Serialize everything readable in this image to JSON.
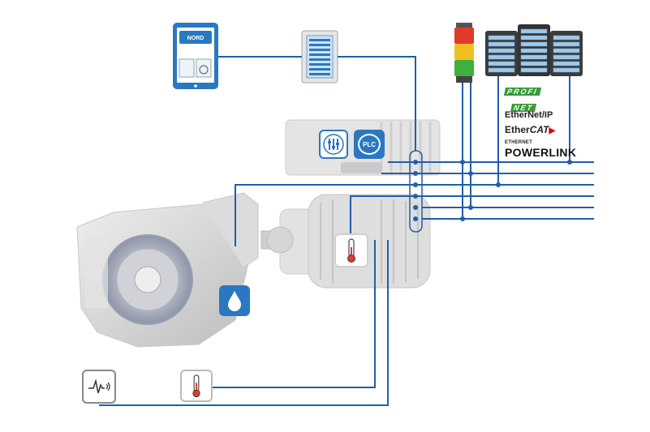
{
  "colors": {
    "line": "#1f5fae",
    "accent": "#2a78c2",
    "machine": "#d7d7d7",
    "profinet_green": "#3a9a3a",
    "signal_red": "#e03a2a",
    "signal_yellow": "#f0c020",
    "signal_green": "#3fb040"
  },
  "icons": {
    "tablet": "tablet-app-icon",
    "panel": "operator-panel-icon",
    "signal_tower": "signal-tower-icon",
    "server": "server-rack-icon",
    "settings": "settings-sliders-icon",
    "plc": "plc-chip-icon",
    "oil": "oil-drop-icon",
    "motor_temp": "thermometer-icon",
    "vibration": "vibration-sensor-icon",
    "ext_temp": "thermometer-icon"
  },
  "tablet": {
    "screen_title": "NORD"
  },
  "controller": {
    "plc_label": "PLC"
  },
  "fieldbus": {
    "profinet_top": "PROFI",
    "profinet_bottom": "NET",
    "ethernet_ip": "EtherNet/IP",
    "ethercat_a": "Ether",
    "ethercat_b": "CAT",
    "powerlink_small": "ETHERNET",
    "powerlink": "POWERLINK"
  }
}
